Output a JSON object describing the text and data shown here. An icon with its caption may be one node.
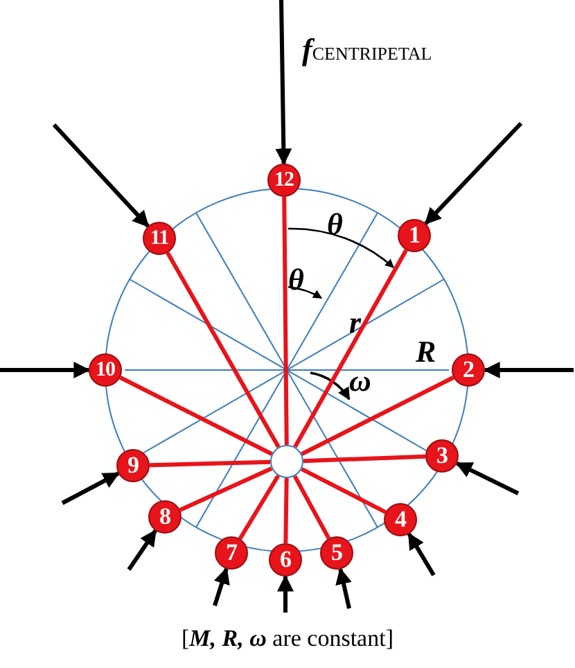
{
  "diagram": {
    "caption": "[**M, R, ω** are constant]",
    "nodes": [
      {
        "text": [
          "12"
        ]
      },
      {
        "text": [
          "1"
        ]
      },
      {
        "text": [
          "2"
        ]
      },
      {
        "text": [
          "3"
        ]
      },
      {
        "text": [
          "4"
        ]
      },
      {
        "text": [
          "5"
        ]
      },
      {
        "text": [
          "6"
        ]
      },
      {
        "text": [
          "7"
        ]
      },
      {
        "text": [
          "8"
        ]
      },
      {
        "text": [
          "9"
        ]
      },
      {
        "text": [
          "10"
        ]
      },
      {
        "text": [
          "11"
        ]
      },
      {
        "text": [],
        "shape": "circle"
      }
    ],
    "edges": [
      {
        "from": null,
        "to": 0,
        "arrow": "to"
      },
      {
        "from": null,
        "to": 1,
        "arrow": "to"
      },
      {
        "from": null,
        "to": 2,
        "arrow": "to"
      },
      {
        "from": null,
        "to": 3,
        "arrow": "to"
      },
      {
        "from": null,
        "to": 4,
        "arrow": "to"
      },
      {
        "from": null,
        "to": 5,
        "arrow": "to"
      },
      {
        "from": null,
        "to": 6,
        "arrow": "to"
      },
      {
        "from": null,
        "to": 7,
        "arrow": "to"
      },
      {
        "from": null,
        "to": 8,
        "arrow": "to"
      },
      {
        "from": null,
        "to": 9,
        "arrow": "to"
      },
      {
        "from": null,
        "to": 10,
        "arrow": "to"
      },
      {
        "from": null,
        "to": 11,
        "arrow": "to"
      },
      {
        "from": 12,
        "to": 0,
        "arrow": "none",
        "color": "#e8141b"
      },
      {
        "from": 12,
        "to": 1,
        "arrow": "none",
        "color": "#e8141b"
      },
      {
        "from": 12,
        "to": 2,
        "arrow": "none",
        "color": "#e8141b"
      },
      {
        "from": 12,
        "to": 3,
        "arrow": "none",
        "color": "#e8141b"
      },
      {
        "from": 12,
        "to": 4,
        "arrow": "none",
        "color": "#e8141b"
      },
      {
        "from": 12,
        "to": 5,
        "arrow": "none",
        "color": "#e8141b"
      },
      {
        "from": 12,
        "to": 6,
        "arrow": "none",
        "color": "#e8141b"
      },
      {
        "from": 12,
        "to": 7,
        "arrow": "none",
        "color": "#e8141b"
      },
      {
        "from": 12,
        "to": 8,
        "arrow": "none",
        "color": "#e8141b"
      },
      {
        "from": 12,
        "to": 9,
        "arrow": "none",
        "color": "#e8141b"
      },
      {
        "from": 12,
        "to": 10,
        "arrow": "none",
        "color": "#e8141b"
      },
      {
        "from": 12,
        "to": 11,
        "arrow": "none",
        "color": "#e8141b"
      }
    ],
    "labels": [
      "*f*$_{CENTRIPETAL}$",
      "θ",
      "θ",
      "r",
      "R",
      "ω"
    ]
  }
}
